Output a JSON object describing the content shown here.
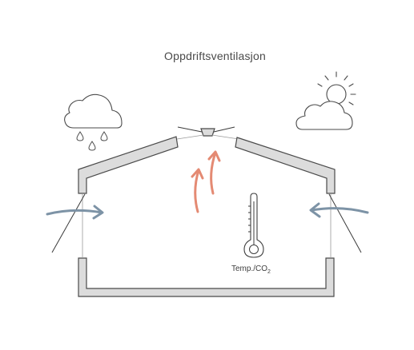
{
  "title": "Oppdriftsventilasjon",
  "sensor": {
    "label_main": "Temp./CO",
    "label_sub": "2"
  },
  "colors": {
    "outline": "#4a4a4a",
    "wall_fill": "#dcdcdc",
    "cold_air": "#7d93a6",
    "warm_air": "#e48a73"
  },
  "icons": {
    "left_weather": "rain-cloud-icon",
    "right_weather": "sun-cloud-icon",
    "sensor": "thermometer-icon"
  }
}
